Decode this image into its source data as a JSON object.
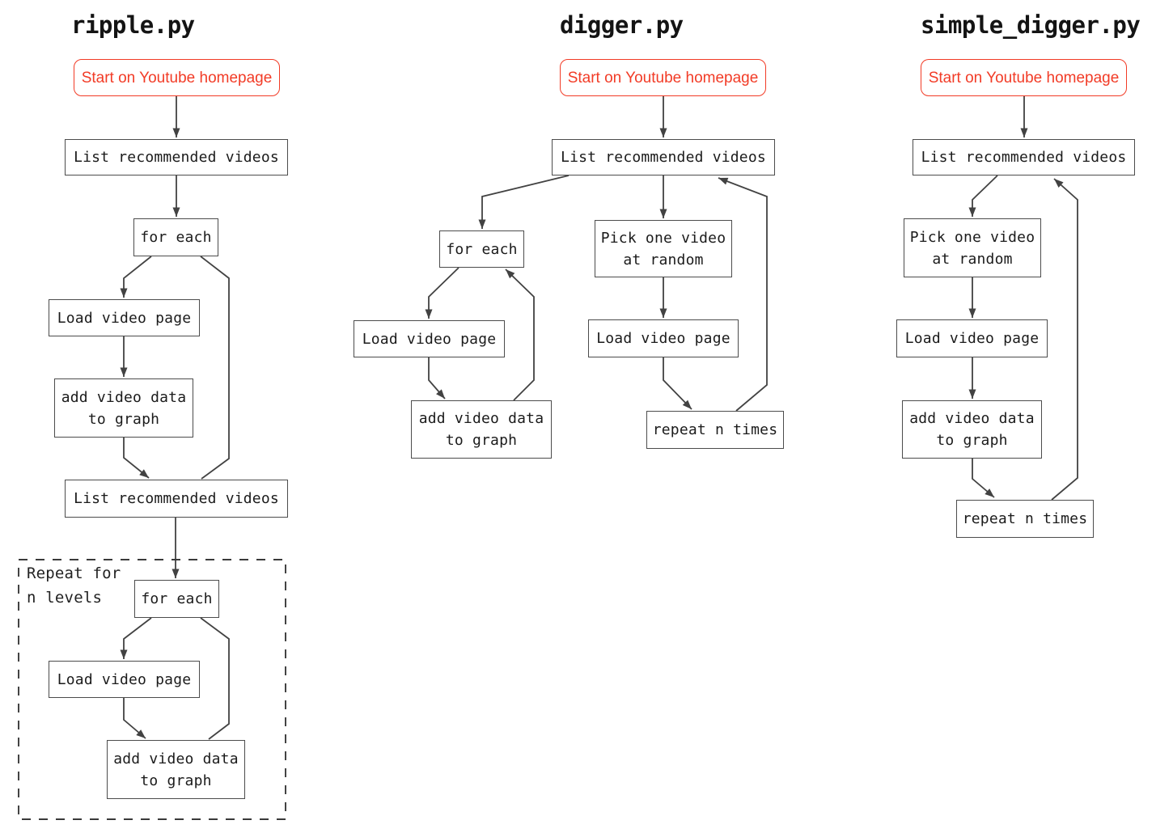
{
  "colors": {
    "accent_red": "#f23b26",
    "node_border": "#4c4c4c",
    "edge": "#424242",
    "text": "#1b1b1b",
    "background": "#ffffff"
  },
  "diagrams": [
    {
      "title": "ripple.py",
      "nodes": {
        "start": "Start on Youtube homepage",
        "list_1": "List recommended videos",
        "for_each_1": "for each",
        "load_1": "Load video page",
        "add_1": "add video data\nto graph",
        "list_2": "List recommended videos",
        "for_each_2": "for each",
        "load_2": "Load video page",
        "add_2": "add video data\nto graph"
      },
      "annotation": "Repeat for\nn levels"
    },
    {
      "title": "digger.py",
      "nodes": {
        "start": "Start on Youtube homepage",
        "list": "List recommended videos",
        "for_each": "for each",
        "load_left": "Load video page",
        "add": "add video data\nto graph",
        "pick": "Pick one video\nat random",
        "load_right": "Load video page",
        "repeat": "repeat n times"
      }
    },
    {
      "title": "simple_digger.py",
      "nodes": {
        "start": "Start on Youtube homepage",
        "list": "List recommended videos",
        "pick": "Pick one video\nat random",
        "load": "Load video page",
        "add": "add video data\nto graph",
        "repeat": "repeat n times"
      }
    }
  ]
}
